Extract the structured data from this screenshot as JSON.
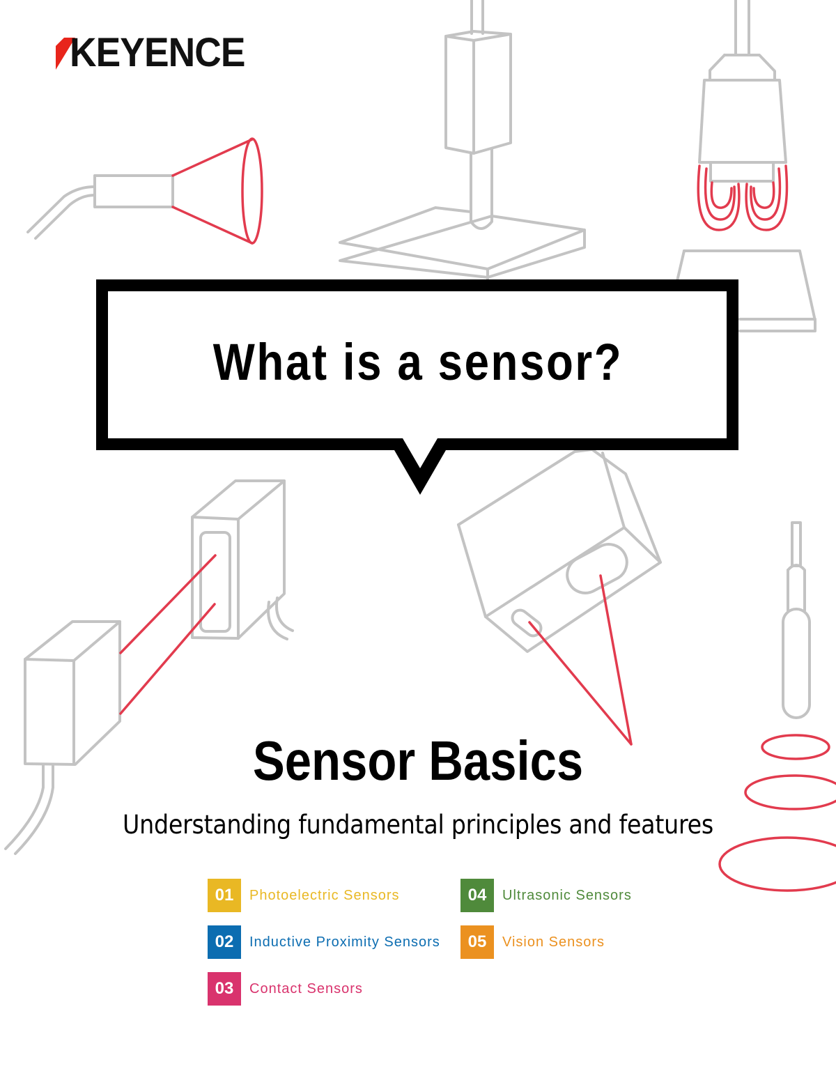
{
  "brand": {
    "name": "KEYENCE",
    "accent_color": "#E8251B"
  },
  "hero": {
    "question": "What is a sensor?"
  },
  "cover": {
    "title": "Sensor Basics",
    "subtitle": "Understanding fundamental principles and features"
  },
  "contents": [
    {
      "number": "01",
      "label": "Photoelectric Sensors",
      "color": "#E9B824"
    },
    {
      "number": "02",
      "label": "Inductive Proximity Sensors",
      "color": "#0C6DB1"
    },
    {
      "number": "03",
      "label": "Contact Sensors",
      "color": "#D9336D"
    },
    {
      "number": "04",
      "label": "Ultrasonic Sensors",
      "color": "#4F8A3B"
    },
    {
      "number": "05",
      "label": "Vision Sensors",
      "color": "#EB9120"
    }
  ],
  "illustration_colors": {
    "line_gray": "#C3C3C3",
    "beam_red": "#E23B4E"
  }
}
